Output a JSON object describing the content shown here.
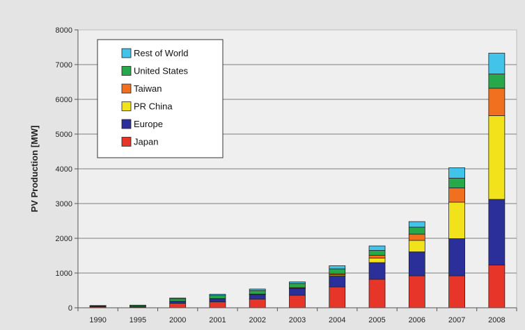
{
  "chart_data": {
    "type": "bar",
    "stacked": true,
    "title": "",
    "xlabel": "",
    "ylabel": "PV Production [MW]",
    "ylim": [
      0,
      8000
    ],
    "yticks": [
      0,
      1000,
      2000,
      3000,
      4000,
      5000,
      6000,
      7000,
      8000
    ],
    "grid": true,
    "legend_position": "top-left",
    "categories": [
      "1990",
      "1995",
      "2000",
      "2001",
      "2002",
      "2003",
      "2004",
      "2005",
      "2006",
      "2007",
      "2008"
    ],
    "series": [
      {
        "name": "Japan",
        "color": "#e8352a",
        "values": [
          25,
          20,
          130,
          170,
          250,
          360,
          600,
          820,
          920,
          920,
          1230
        ]
      },
      {
        "name": "Europe",
        "color": "#2a2f9a",
        "values": [
          20,
          20,
          60,
          90,
          130,
          190,
          320,
          480,
          690,
          1070,
          1890
        ]
      },
      {
        "name": "PR China",
        "color": "#f2e21b",
        "values": [
          0,
          0,
          0,
          0,
          5,
          10,
          30,
          130,
          330,
          1050,
          2410
        ]
      },
      {
        "name": "Taiwan",
        "color": "#f07020",
        "values": [
          0,
          0,
          0,
          5,
          10,
          20,
          30,
          80,
          180,
          410,
          790
        ]
      },
      {
        "name": "United States",
        "color": "#27a84a",
        "values": [
          15,
          30,
          70,
          90,
          100,
          120,
          140,
          140,
          200,
          280,
          410
        ]
      },
      {
        "name": "Rest of World",
        "color": "#41c3ea",
        "values": [
          5,
          5,
          20,
          35,
          45,
          45,
          90,
          130,
          160,
          300,
          600
        ]
      }
    ]
  }
}
